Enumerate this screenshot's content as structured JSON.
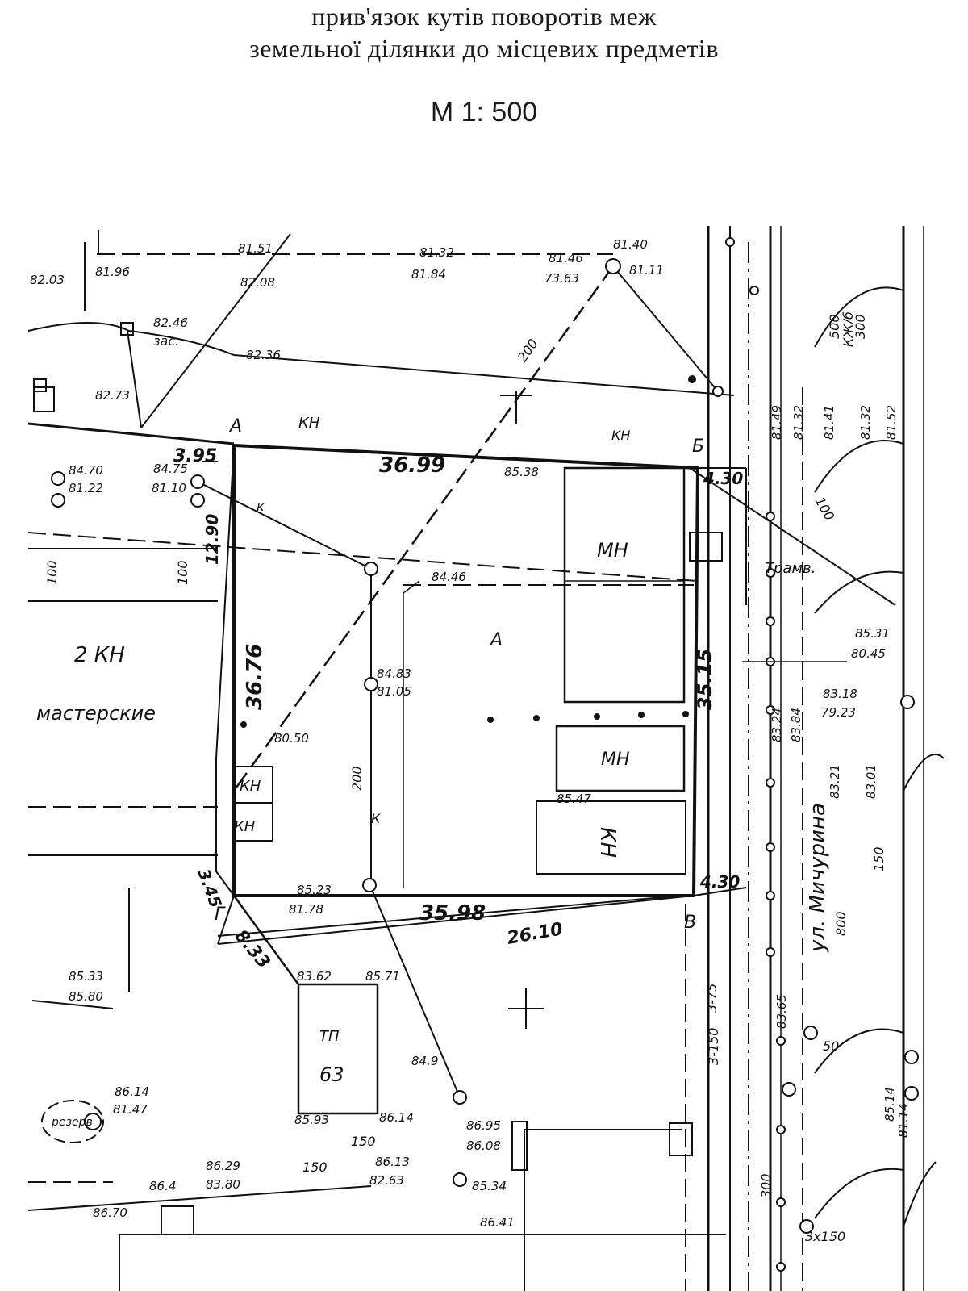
{
  "title": {
    "line1": "прив'язок кутів поворотів меж",
    "line2": "земельної ділянки до місцевих предметів",
    "scale": "М  1: 500"
  },
  "corners": {
    "a": "А",
    "b": "Б",
    "v": "В",
    "g": "Г"
  },
  "boundary": {
    "north_length": "36.99",
    "east_length": "35.15",
    "south_length": "35.98",
    "west_length": "36.76"
  },
  "ties": {
    "a_left": "3.95",
    "b_right": "4.30",
    "v_right": "4.30",
    "g_left": "3.45",
    "g_diag": "8.33",
    "v_diag": "26.10",
    "west_offset": "12.90"
  },
  "buildings": {
    "mn_upper": "МН",
    "mn_lower": "МН",
    "kn_right": "КН",
    "kn_left_upper": "КН",
    "kn_left_lower": "КН",
    "kn_top": "КН",
    "kn_top_right": "КН",
    "inner_a": "А",
    "tp_label": "ТП",
    "tp_number": "63",
    "reserve": "резерв",
    "left_block": "2 КН",
    "workshops": "мастерские",
    "street": "ул. Мичурина",
    "tram": "Трамв."
  },
  "elevations": [
    "81.51",
    "82.08",
    "81.32",
    "81.84",
    "81.46",
    "73.63",
    "81.40",
    "81.11",
    "81.96",
    "82.03",
    "82.46",
    "82.36",
    "82.73",
    "84.70",
    "84.75",
    "81.22",
    "81.10",
    "85.38",
    "84.46",
    "84.83",
    "81.05",
    "80.50",
    "85.47",
    "85.23",
    "81.78",
    "83.62",
    "85.71",
    "84.9",
    "85.93",
    "86.14",
    "86.95",
    "86.08",
    "85.34",
    "86.13",
    "82.63",
    "86.29",
    "83.80",
    "86.4",
    "86.41",
    "86.70",
    "85.33",
    "85.80",
    "85.31",
    "80.45",
    "83.18",
    "79.23",
    "81.49",
    "81.32",
    "81.41",
    "81.32",
    "81.52",
    "83.24",
    "83.84",
    "83.21",
    "83.01",
    "83.65",
    "85.14",
    "81.14",
    "86.14",
    "81.47"
  ],
  "utility_notes": [
    "200",
    "200",
    "100",
    "100",
    "100",
    "150",
    "150",
    "300",
    "800",
    "500",
    "150",
    "300",
    "3х150",
    "3-150",
    "3-75",
    "50"
  ],
  "markers": [
    "к",
    "К",
    "КЖ/б",
    "зас."
  ]
}
